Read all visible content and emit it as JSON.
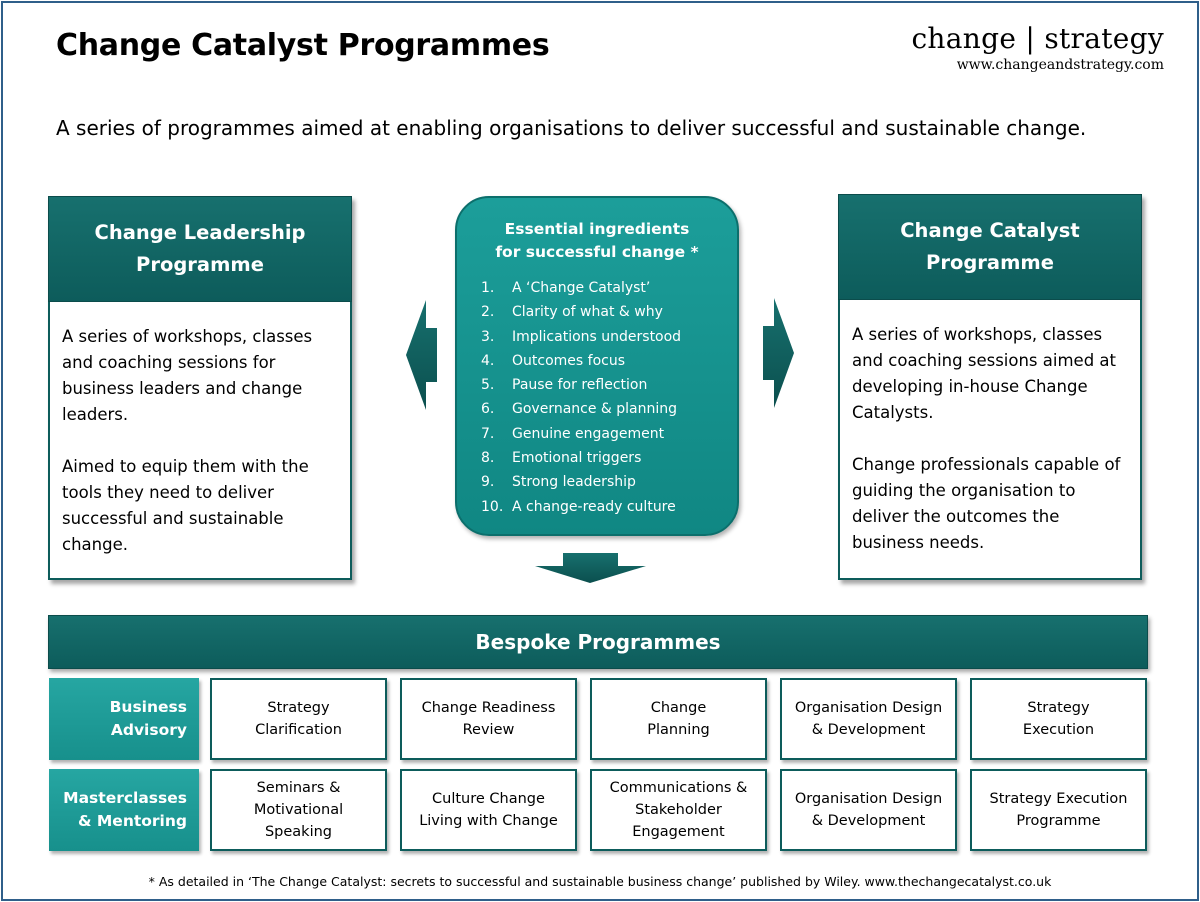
{
  "header": {
    "title": "Change Catalyst Programmes",
    "brand_name": "change | strategy",
    "brand_url": "www.changeandstrategy.com"
  },
  "subtitle": "A series of programmes aimed at enabling organisations to deliver successful and sustainable change.",
  "left_programme": {
    "title_line1": "Change Leadership",
    "title_line2": "Programme",
    "paragraph1": "A series of workshops, classes and coaching sessions for business leaders and change leaders.",
    "paragraph2": "Aimed to equip them with the tools they need to deliver successful and sustainable change."
  },
  "right_programme": {
    "title_line1": "Change Catalyst",
    "title_line2": "Programme",
    "paragraph1": "A series of workshops, classes and coaching sessions aimed at developing in-house Change Catalysts.",
    "paragraph2": "Change professionals capable of guiding the organisation to deliver the outcomes the business needs."
  },
  "ingredients": {
    "title_line1": "Essential ingredients",
    "title_line2": "for successful change *",
    "items": [
      {
        "num": "1.",
        "text": "A ‘Change Catalyst’"
      },
      {
        "num": "2.",
        "text": "Clarity of what & why"
      },
      {
        "num": "3.",
        "text": "Implications understood"
      },
      {
        "num": "4.",
        "text": "Outcomes focus"
      },
      {
        "num": "5.",
        "text": "Pause for reflection"
      },
      {
        "num": "6.",
        "text": "Governance & planning"
      },
      {
        "num": "7.",
        "text": "Genuine engagement"
      },
      {
        "num": "8.",
        "text": "Emotional triggers"
      },
      {
        "num": "9.",
        "text": "Strong leadership"
      },
      {
        "num": "10.",
        "text": "A change-ready culture"
      }
    ]
  },
  "bespoke": {
    "title": "Bespoke Programmes",
    "rows": [
      {
        "label_line1": "Business",
        "label_line2": "Advisory",
        "cells": [
          {
            "lines": [
              "Strategy",
              "Clarification"
            ]
          },
          {
            "lines": [
              "Change Readiness",
              "Review"
            ]
          },
          {
            "lines": [
              "Change",
              "Planning"
            ]
          },
          {
            "lines": [
              "Organisation Design",
              "& Development"
            ]
          },
          {
            "lines": [
              "Strategy",
              "Execution"
            ]
          }
        ]
      },
      {
        "label_line1": "Masterclasses",
        "label_line2": "& Mentoring",
        "cells": [
          {
            "lines": [
              "Seminars &",
              "Motivational",
              "Speaking"
            ]
          },
          {
            "lines": [
              "Culture Change",
              "Living with Change"
            ]
          },
          {
            "lines": [
              "Communications &",
              "Stakeholder",
              "Engagement"
            ]
          },
          {
            "lines": [
              "Organisation Design",
              "& Development"
            ]
          },
          {
            "lines": [
              "Strategy Execution",
              "Programme"
            ]
          }
        ]
      }
    ]
  },
  "footnote": "* As detailed in ‘The Change Catalyst: secrets to successful and sustainable business change’ published by Wiley. www.thechangecatalyst.co.uk",
  "colors": {
    "teal_dark": "#0d5c5b",
    "teal_mid": "#17908c",
    "teal_bright": "#1c9e9a",
    "frame_blue": "#2f5f8a"
  },
  "icons": {
    "left_arrow": "arrow-left-icon",
    "right_arrow": "arrow-right-icon",
    "down_arrow": "arrow-down-icon"
  }
}
